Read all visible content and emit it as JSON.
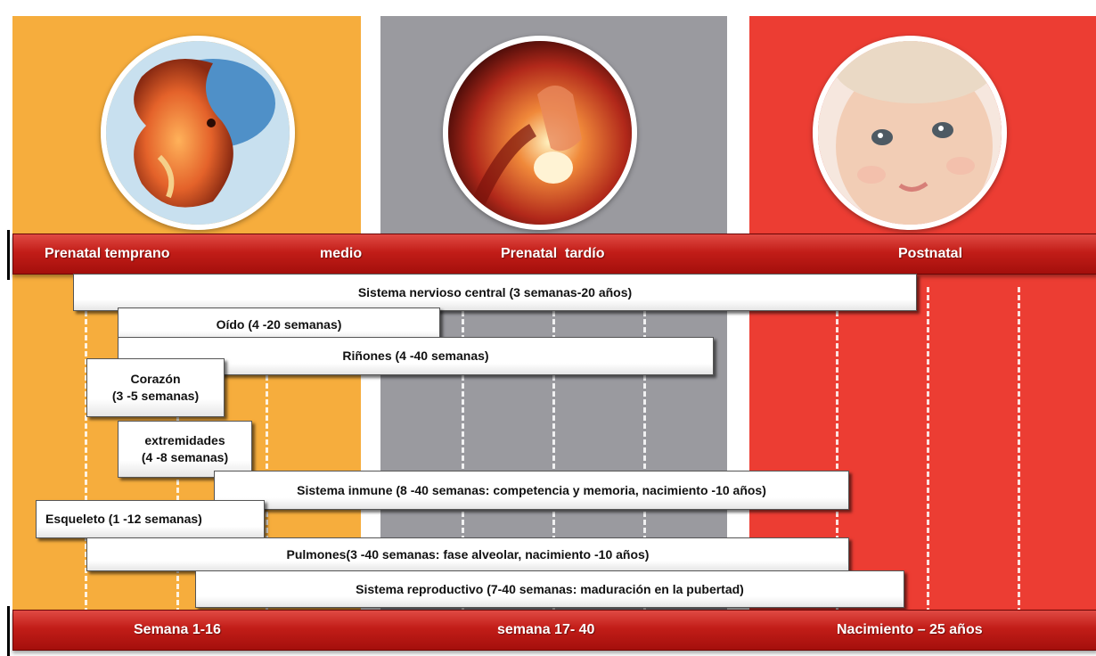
{
  "stages": [
    "Prenatal temprano",
    "medio",
    "Prenatal  tardío",
    "Postnatal"
  ],
  "periods": [
    "Semana 1-16",
    "semana 17- 40",
    "Nacimiento – 25 años"
  ],
  "bars": {
    "snc": "Sistema nervioso central (3 semanas-20 años)",
    "oido": "Oído (4 -20 semanas)",
    "rinones": "Riñones (4 -40 semanas)",
    "corazon_1": "Corazón",
    "corazon_2": "(3 -5 semanas)",
    "extremidades_1": "extremidades",
    "extremidades_2": "(4 -8 semanas)",
    "inmune": "Sistema inmune (8 -40 semanas: competencia y memoria, nacimiento -10 años)",
    "esqueleto": "Esqueleto (1 -12 semanas)",
    "pulmones": "Pulmones(3 -40 semanas: fase alveolar, nacimiento -10 años)",
    "reproductivo": "Sistema reproductivo (7-40 semanas: maduración en la pubertad)"
  },
  "colors": {
    "early": "#f6ad3d",
    "late": "#9a9a9f",
    "postnatal": "#ec3d33",
    "banner": "#c21d18"
  },
  "images": [
    "embryo-photo",
    "fetus-photo",
    "baby-face-photo"
  ]
}
